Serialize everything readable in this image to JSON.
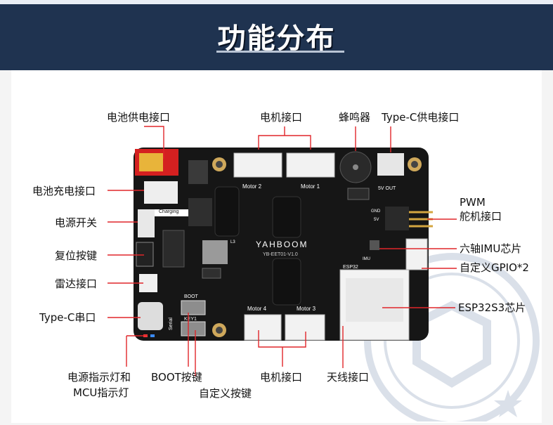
{
  "title": "功能分布",
  "board": {
    "brand": "YAHBOOM",
    "model": "YB-EET01-V1.0",
    "silk": {
      "motor1": "Motor 1",
      "motor2": "Motor 2",
      "motor3": "Motor 3",
      "motor4": "Motor 4",
      "charging": "Charging",
      "five_v_out": "5V OUT",
      "esp32": "ESP32",
      "boot": "BOOT",
      "key1": "KEY1",
      "serial": "Serial",
      "imu": "IMU",
      "l3": "L3",
      "gnd": "GND",
      "five_v": "5V"
    }
  },
  "labels": {
    "battery_power": "电池供电接口",
    "motor_top": "电机接口",
    "buzzer": "蜂鸣器",
    "typec_power": "Type-C供电接口",
    "battery_charge": "电池充电接口",
    "power_switch": "电源开关",
    "pwm_line1": "PWM",
    "pwm_line2": "舵机接口",
    "reset": "复位按键",
    "imu": "六轴IMU芯片",
    "custom_gpio": "自定义GPIO*2",
    "radar": "雷达接口",
    "typec_serial": "Type-C串口",
    "esp32s3": "ESP32S3芯片",
    "led_line1": "电源指示灯和",
    "led_line2": "MCU指示灯",
    "boot_key": "BOOT按键",
    "custom_key": "自定义按键",
    "motor_bottom": "电机接口",
    "antenna": "天线接口"
  },
  "colors": {
    "header": "#1f3350",
    "board": "#161616",
    "label_line": "#e0262a"
  }
}
